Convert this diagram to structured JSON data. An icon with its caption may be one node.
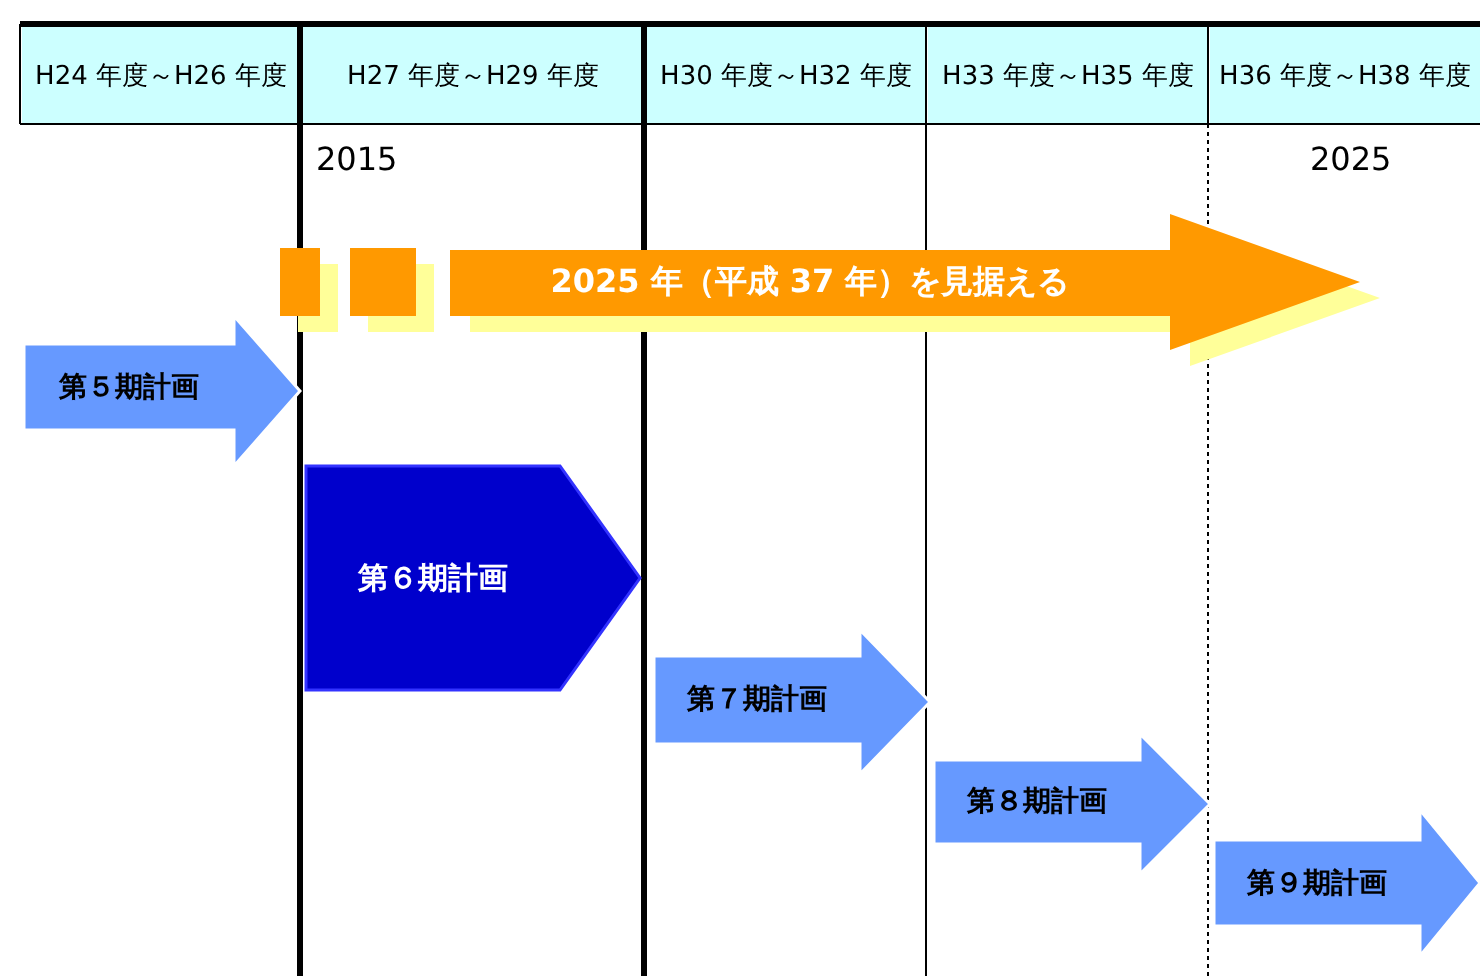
{
  "diagram": {
    "nodes": [
      {
        "text": [
          "2025 年（平成 37 年）を見据える"
        ]
      },
      {
        "text": [
          "第５期計画"
        ]
      },
      {
        "text": [
          "第６期計画"
        ]
      },
      {
        "text": [
          "第７期計画"
        ]
      },
      {
        "text": [
          "第８期計画"
        ]
      },
      {
        "text": [
          "第９期計画"
        ]
      }
    ],
    "labels": [
      "H24 年度～H26 年度",
      "H27 年度～H29 年度",
      "H30 年度～H32 年度",
      "H33 年度～H35 年度",
      "H36 年度～H38 年度",
      "2015",
      "2025"
    ]
  }
}
